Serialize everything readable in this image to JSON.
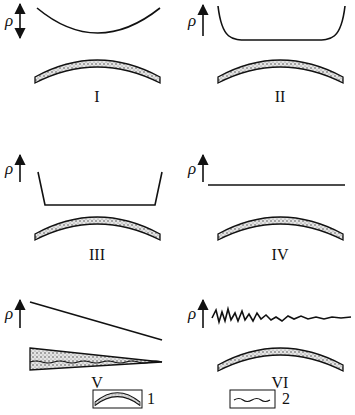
{
  "diagram": {
    "labels": [
      "ρ",
      "ρ",
      "I",
      "II",
      "ρ",
      "ρ",
      "III",
      "IV",
      "ρ",
      "ρ",
      "V",
      "VI"
    ],
    "legend": [
      {
        "text": "1"
      },
      {
        "text": "2"
      }
    ]
  }
}
